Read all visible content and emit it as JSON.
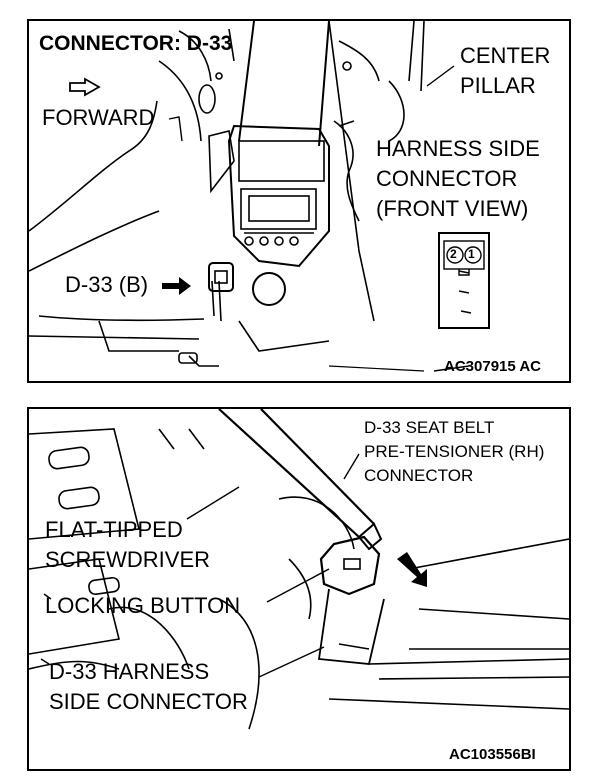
{
  "top_panel": {
    "title": "CONNECTOR: D-33",
    "forward_label": "FORWARD",
    "center_pillar_line1": "CENTER",
    "center_pillar_line2": "PILLAR",
    "harness_line1": "HARNESS SIDE",
    "harness_line2": "CONNECTOR",
    "harness_line3": "(FRONT VIEW)",
    "pin_2": "2",
    "pin_1": "1",
    "connector_callout": "D-33 (B)",
    "figure_code": "AC307915 AC"
  },
  "bottom_panel": {
    "seatbelt_line1": "D-33 SEAT BELT",
    "seatbelt_line2": "PRE-TENSIONER (RH)",
    "seatbelt_line3": "CONNECTOR",
    "screwdriver_line1": "FLAT-TIPPED",
    "screwdriver_line2": "SCREWDRIVER",
    "locking_button": "LOCKING BUTTON",
    "harness_line1": "D-33 HARNESS",
    "harness_line2": "SIDE CONNECTOR",
    "figure_code": "AC103556BI"
  }
}
